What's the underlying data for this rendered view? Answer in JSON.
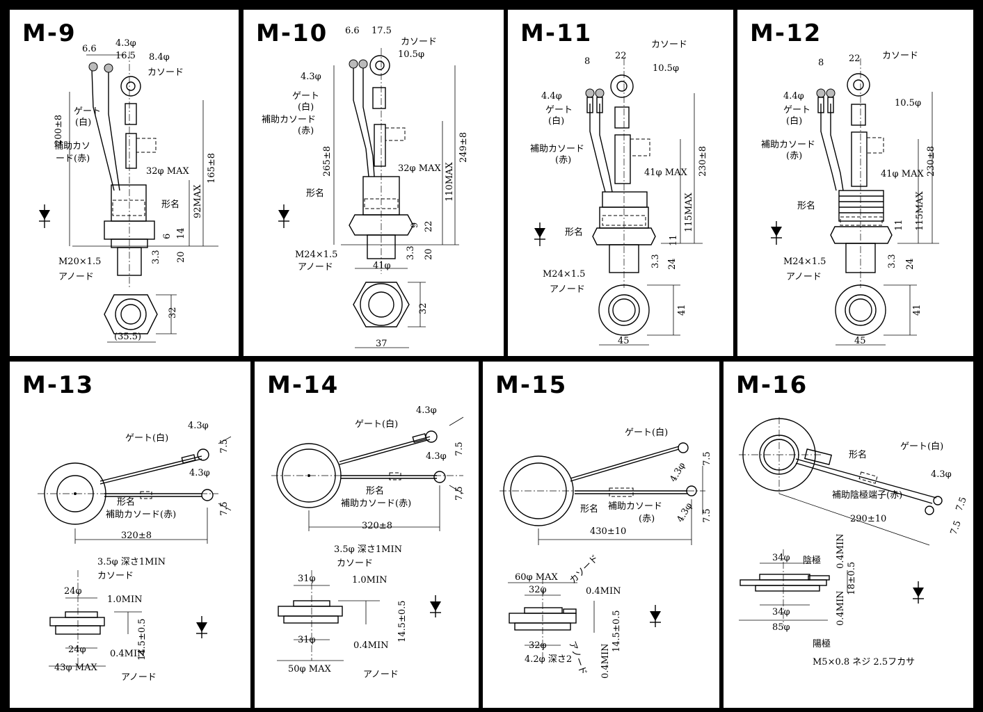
{
  "panels": [
    {
      "id": "m9",
      "title": "M-9",
      "labels": {
        "d1": "6.6",
        "d2": "4.3φ",
        "d3": "16.5",
        "d4": "8.4φ",
        "cathode": "カソード",
        "gate": "ゲート",
        "gate_color": "(白)",
        "aux1": "補助カソ",
        "aux2": "ード(赤)",
        "len1": "200±8",
        "len2": "165±8",
        "diam": "32φ MAX",
        "type": "形名",
        "max": "92MAX",
        "h1": "6",
        "h2": "14",
        "h3": "3.3",
        "h4": "20",
        "thread": "M20×1.5",
        "anode": "アノード",
        "hex": "32",
        "across": "(35.5)"
      }
    },
    {
      "id": "m10",
      "title": "M-10",
      "labels": {
        "d1": "6.6",
        "d2": "17.5",
        "cathode": "カソード",
        "d3": "10.5φ",
        "d4": "4.3φ",
        "gate": "ゲート",
        "gate_color": "(白)",
        "aux": "補助カソード",
        "aux_color": "(赤)",
        "len1": "265±8",
        "len2": "249±8",
        "diam": "32φ MAX",
        "max": "110MAX",
        "type": "形名",
        "h1": "9",
        "h2": "22",
        "h3": "3.3",
        "h4": "20",
        "thread": "M24×1.5",
        "anode": "アノード",
        "flat": "41φ",
        "hex": "32",
        "across": "37"
      }
    },
    {
      "id": "m11",
      "title": "M-11",
      "labels": {
        "d1": "8",
        "d2": "22",
        "cathode": "カソード",
        "d3": "10.5φ",
        "d4": "4.4φ",
        "gate": "ゲート",
        "gate_color": "(白)",
        "aux": "補助カソード",
        "aux_color": "(赤)",
        "len": "230±8",
        "diam": "41φ MAX",
        "max": "115MAX",
        "type": "形名",
        "h1": "11",
        "h2": "3.3",
        "h3": "24",
        "thread": "M24×1.5",
        "anode": "アノード",
        "hex": "41",
        "across": "45"
      }
    },
    {
      "id": "m12",
      "title": "M-12",
      "labels": {
        "d1": "8",
        "d2": "22",
        "cathode": "カソード",
        "d3": "10.5φ",
        "d4": "4.4φ",
        "gate": "ゲート",
        "gate_color": "(白)",
        "aux": "補助カソード",
        "aux_color": "(赤)",
        "len": "230±8",
        "diam": "41φ MAX",
        "max": "115MAX",
        "type": "形名",
        "h1": "11",
        "h2": "3.3",
        "h3": "24",
        "thread": "M24×1.5",
        "anode": "アノード",
        "hex": "41",
        "across": "45"
      }
    },
    {
      "id": "m13",
      "title": "M-13",
      "labels": {
        "gate": "ゲート(白)",
        "d1": "4.3φ",
        "d2": "4.3φ",
        "w": "7.5",
        "type": "形名",
        "aux": "補助カソード(赤)",
        "len": "320±8",
        "hole": "3.5φ 深さ1MIN",
        "cathode": "カソード",
        "c1": "24φ",
        "min1": "1.0MIN",
        "thick": "14.5±0.5",
        "c2": "24φ",
        "min2": "0.4MIN",
        "c3": "43φ MAX",
        "anode": "アノード"
      }
    },
    {
      "id": "m14",
      "title": "M-14",
      "labels": {
        "gate": "ゲート(白)",
        "d1": "4.3φ",
        "d2": "4.3φ",
        "w": "7.5",
        "type": "形名",
        "aux": "補助カソード(赤)",
        "len": "320±8",
        "hole": "3.5φ 深さ1MIN",
        "cathode": "カソード",
        "c1": "31φ",
        "min1": "1.0MIN",
        "thick": "14.5±0.5",
        "c2": "31φ",
        "min2": "0.4MIN",
        "c3": "50φ MAX",
        "anode": "アノード"
      }
    },
    {
      "id": "m15",
      "title": "M-15",
      "labels": {
        "gate": "ゲート(白)",
        "d1": "4.3φ",
        "d2": "4.3φ",
        "w": "7.5",
        "type": "形名",
        "aux": "補助カソード",
        "aux_color": "(赤)",
        "len": "430±10",
        "c0": "60φ MAX",
        "c1": "32φ",
        "cathode": "カソード",
        "min1": "0.4MIN",
        "thick": "14.5±0.5",
        "c2": "32φ",
        "anode": "アノード",
        "min2": "0.4MIN",
        "hole": "4.2φ 深さ2"
      }
    },
    {
      "id": "m16",
      "title": "M-16",
      "labels": {
        "gate": "ゲート(白)",
        "type": "形名",
        "d1": "4.3φ",
        "w1": "7.5",
        "w2": "7.5",
        "aux": "補助陰極端子(赤)",
        "len": "290±10",
        "c1": "34φ",
        "cathode": "陰極",
        "min1": "0.4MIN",
        "thick": "18±0.5",
        "c2": "34φ",
        "min2": "0.4MIN",
        "c3": "85φ",
        "anode": "陽極",
        "screw": "M5×0.8 ネジ 2.5フカサ"
      }
    }
  ]
}
